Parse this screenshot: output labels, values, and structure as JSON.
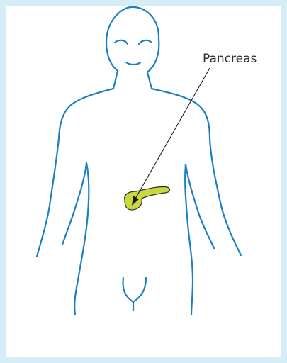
{
  "figure": {
    "annotation_label": "Pancreas",
    "colors": {
      "frame": "#d6ecf7",
      "outline": "#1b7fc4",
      "organ_fill": "#c9d93c",
      "pointer": "#1a1a1a",
      "label_text": "#2b2b2b"
    },
    "icons": [
      "human-body-outline",
      "pancreas-organ",
      "pointer-arrow"
    ]
  }
}
